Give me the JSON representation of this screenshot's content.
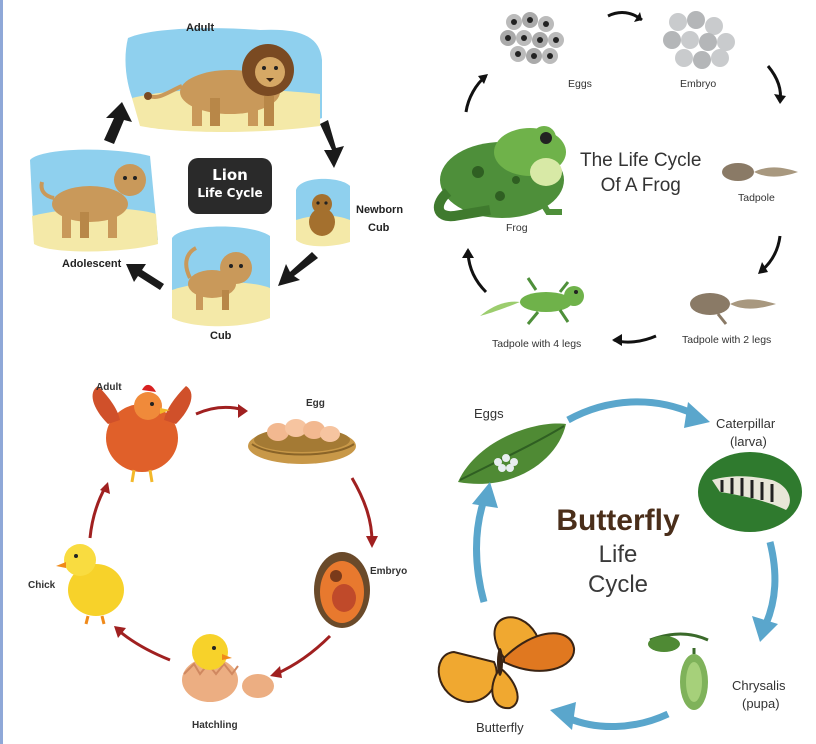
{
  "lion": {
    "title_line1": "Lion",
    "title_line2": "Life Cycle",
    "stages": {
      "adult": "Adult",
      "newborn_line1": "Newborn",
      "newborn_line2": "Cub",
      "cub": "Cub",
      "adolescent": "Adolescent"
    }
  },
  "frog": {
    "title_line1": "The Life Cycle",
    "title_line2": "Of A Frog",
    "stages": {
      "eggs": "Eggs",
      "embryo": "Embryo",
      "tadpole": "Tadpole",
      "tadpole2": "Tadpole with 2 legs",
      "tadpole4": "Tadpole with 4 legs",
      "frog": "Frog"
    }
  },
  "chicken": {
    "stages": {
      "adult": "Adult",
      "egg": "Egg",
      "embryo": "Embryo",
      "hatchling": "Hatchling",
      "chick": "Chick"
    }
  },
  "butterfly": {
    "title_line1": "Butterfly",
    "title_line2": "Life",
    "title_line3": "Cycle",
    "stages": {
      "eggs": "Eggs",
      "caterpillar_line1": "Caterpillar",
      "caterpillar_line2": "(larva)",
      "chrysalis_line1": "Chrysalis",
      "chrysalis_line2": "(pupa)",
      "butterfly": "Butterfly"
    }
  },
  "colors": {
    "sky_blue": "#8fd0ee",
    "sand": "#f4e9a8",
    "lion_body": "#c9995a",
    "mane": "#7a4a22",
    "frog_green": "#4e8f3a",
    "chicken_red": "#a02020",
    "hen_orange": "#e0602a",
    "chick_yellow": "#f7d22a",
    "butterfly_arrow": "#5aa6cc",
    "butterfly_title": "#4a2e1a"
  }
}
